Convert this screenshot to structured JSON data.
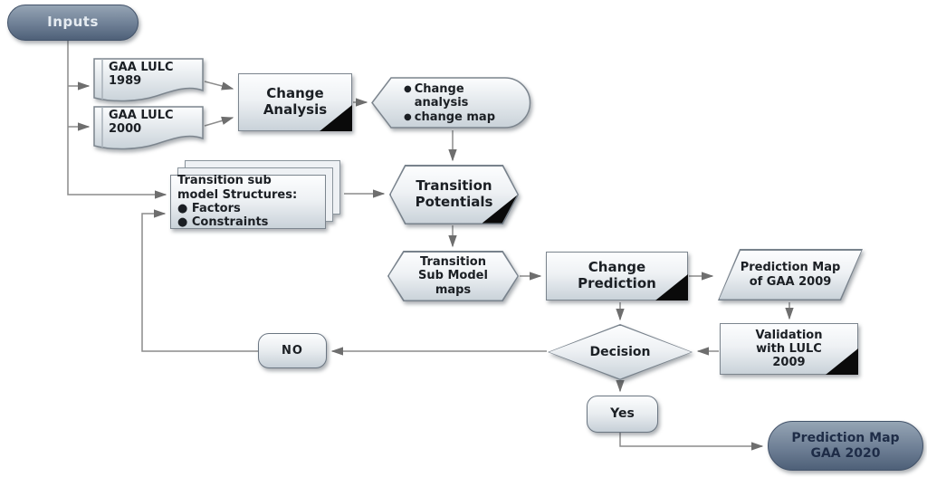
{
  "diagram": {
    "bullet": "●",
    "nodes": {
      "inputs": {
        "label": "Inputs"
      },
      "doc1989": {
        "label": "GAA LULC\n1989"
      },
      "doc2000": {
        "label": "GAA LULC\n2000"
      },
      "change_analysis": {
        "label": "Change\nAnalysis"
      },
      "change_outputs": {
        "items": [
          {
            "text": "Change analysis"
          },
          {
            "text": "change map"
          }
        ]
      },
      "sub_models": {
        "label": "Transition sub\nmodel Structures:\n● Factors\n● Constraints"
      },
      "transition_potentials": {
        "label": "Transition\nPotentials"
      },
      "sub_model_maps": {
        "label": "Transition\nSub Model\nmaps"
      },
      "change_prediction": {
        "label": "Change\nPrediction"
      },
      "prediction_map_2009": {
        "label": "Prediction Map\nof GAA 2009"
      },
      "validation": {
        "label": "Validation\nwith LULC\n2009"
      },
      "decision": {
        "label": "Decision"
      },
      "no": {
        "label": "NO"
      },
      "yes": {
        "label": "Yes"
      },
      "prediction_map_2020": {
        "label": "Prediction Map\nGAA 2020"
      }
    },
    "colors": {
      "shape_fill_top": "#fcfdfe",
      "shape_fill_bottom": "#c9d2d9",
      "shape_border": "#7c858e",
      "dark_capsule_top": "#95a4b4",
      "dark_capsule_bottom": "#4e6078",
      "connector": "#8c8c8c",
      "fold_corner": "#0a0a0a",
      "text_dark": "#1b1f24",
      "inputs_text": "#e6ecf2",
      "prediction_2020_text": "#1e2c47"
    }
  }
}
